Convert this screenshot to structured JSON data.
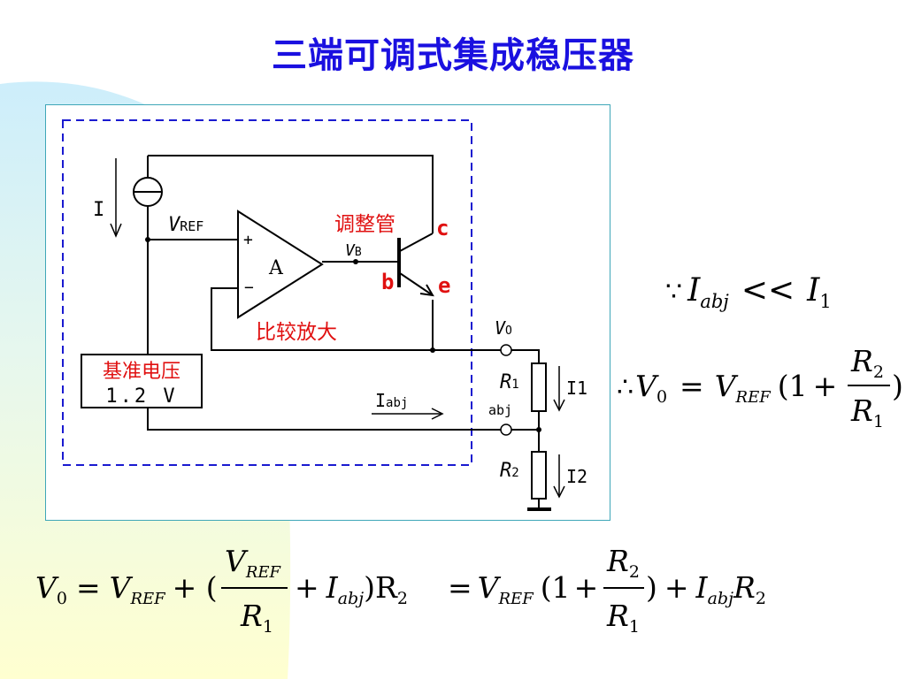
{
  "slide": {
    "title": "三端可调式集成稳压器"
  },
  "circuit": {
    "current_source_label": "I",
    "vref_main": "V",
    "vref_sub": "REF",
    "opamp_plus": "+",
    "opamp_minus": "−",
    "opamp_label": "A",
    "vb_main": "V",
    "vb_sub": "B",
    "transistor_label": "调整管",
    "collector_label": "c",
    "base_label": "b",
    "emitter_label": "e",
    "comparator_label": "比较放大",
    "reference_label": "基准电压",
    "reference_value": "1.2 V",
    "iabj_main": "I",
    "iabj_sub": "abj",
    "adj_terminal_label": "abj",
    "vo_main": "V",
    "vo_sub": "O",
    "r1_main": "R",
    "r1_sub": "1",
    "i1_label": "I1",
    "r2_main": "R",
    "r2_sub": "2",
    "i2_label": "I2"
  },
  "equations": {
    "because": {
      "symbol": "∵",
      "lhs_main": "I",
      "lhs_sub": "abj",
      "relation": "<<",
      "rhs_main": "I",
      "rhs_sub": "1"
    },
    "therefore": {
      "symbol": "∴",
      "v0_main": "V",
      "v0_sub": "0",
      "equals": "=",
      "vref_main": "V",
      "vref_sub": "REF",
      "open": "(1",
      "plus": "+",
      "num_main": "R",
      "num_sub": "2",
      "den_main": "R",
      "den_sub": "1",
      "close": ")"
    },
    "bottom": {
      "v0_main": "V",
      "v0_sub": "0",
      "equals": "=",
      "vref_main": "V",
      "vref_sub": "REF",
      "plus_open": "+ (",
      "frac_num_main": "V",
      "frac_num_sub": "REF",
      "frac_den_main": "R",
      "frac_den_sub": "1",
      "plus": "+",
      "iabj_main": "I",
      "iabj_sub": "abj",
      "close_r2": ")R",
      "r2_sub": "2",
      "equals2": "=",
      "vref2_main": "V",
      "vref2_sub": "REF",
      "open2": "(1",
      "plus2": "+",
      "frac2_num_main": "R",
      "frac2_num_sub": "2",
      "frac2_den_main": "R",
      "frac2_den_sub": "1",
      "close2": ")",
      "plus3": "+",
      "iabj2_main": "I",
      "iabj2_sub": "abj",
      "r2b_main": "R",
      "r2b_sub": "2"
    }
  },
  "colors": {
    "title": "#1a10e0",
    "label_red": "#e01010",
    "dashed_box": "#1a1ad0",
    "panel_border": "#3fa7b8",
    "bg_cyan": "#d6f0fa",
    "bg_yellow": "#ffffd6"
  }
}
